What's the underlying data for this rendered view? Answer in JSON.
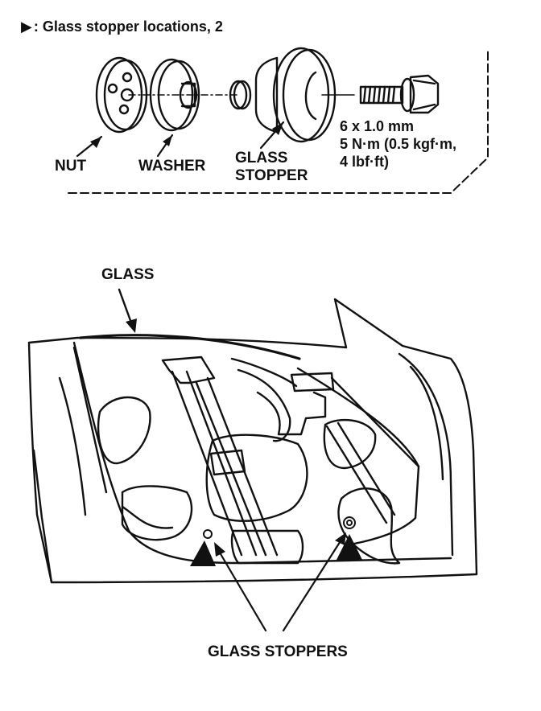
{
  "header": {
    "marker": "▶",
    "text": ": Glass stopper locations, 2"
  },
  "parts": {
    "nut": "NUT",
    "washer": "WASHER",
    "glass_stopper_line1": "GLASS",
    "glass_stopper_line2": "STOPPER"
  },
  "spec": {
    "line1": "6 x 1.0 mm",
    "line2": "5 N·m (0.5 kgf·m,",
    "line3": "4 lbf·ft)"
  },
  "door": {
    "glass_label": "GLASS",
    "stoppers_label": "GLASS STOPPERS"
  }
}
